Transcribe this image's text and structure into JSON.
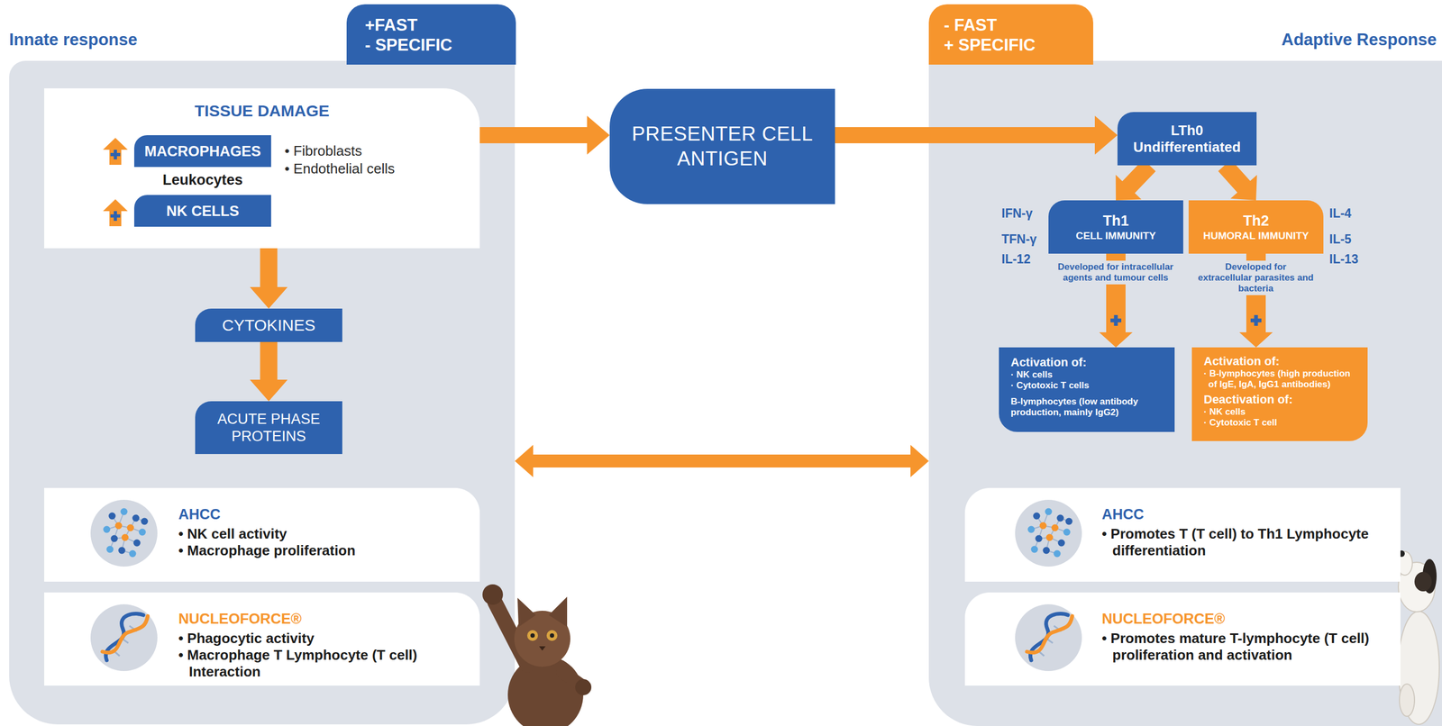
{
  "diagram": {
    "nodes": [
      {
        "text": [
          "Innate response"
        ]
      },
      {
        "text": [
          "+FAST",
          "- SPECIFIC"
        ]
      },
      {
        "text": [
          "TISSUE DAMAGE",
          "Leukocytes",
          "• Fibroblasts",
          "• Endothelial cells"
        ],
        "in": 0
      },
      {
        "text": [
          "MACROPHAGES"
        ],
        "in": 2
      },
      {
        "text": [
          "NK CELLS"
        ],
        "in": 2
      },
      {
        "text": [
          "CYTOKINES"
        ],
        "in": 0
      },
      {
        "text": [
          "ACUTE PHASE PROTEINS"
        ],
        "in": 0
      },
      {
        "text": [
          "AHCC",
          "• NK cell activity",
          "• Macrophage proliferation"
        ],
        "in": 0
      },
      {
        "text": [
          "NUCLEOFORCE®",
          "• Phagocytic activity",
          "• Macrophage T Lymphocyte (T cell) Interaction"
        ],
        "in": 0
      },
      {
        "text": [
          "PRESENTER CELL ANTIGEN"
        ]
      },
      {
        "text": [
          "- FAST",
          "+ SPECIFIC"
        ]
      },
      {
        "text": [
          "Adaptive Response"
        ]
      },
      {
        "text": [
          "LTh0",
          "Undifferentiated"
        ],
        "in": 11
      },
      {
        "text": [
          "Th1",
          "CELL IMMUNITY"
        ],
        "in": 11
      },
      {
        "text": [
          "Th2",
          "HUMORAL IMMUNITY"
        ],
        "in": 11
      },
      {
        "text": [
          "Activation of:",
          "· NK cells",
          "· Cytotoxic T cells",
          "B-lymphocytes (low antibody production, mainly IgG2)"
        ],
        "in": 11
      },
      {
        "text": [
          "Activation of:",
          "· B-lymphocytes (high production of IgE, IgA, IgG1 antibodies)",
          "Deactivation of:",
          "· NK cells",
          "· Cytotoxic T cell"
        ],
        "in": 11
      },
      {
        "text": [
          "AHCC",
          "• Promotes T (T cell) to Th1 Lymphocyte differentiation"
        ],
        "in": 11
      },
      {
        "text": [
          "NUCLEOFORCE®",
          "• Promotes mature T-lymphocyte (T cell) proliferation and activation"
        ],
        "in": 11
      }
    ],
    "edges": [
      {
        "from": 2,
        "to": 9,
        "arrow": "to"
      },
      {
        "from": 9,
        "to": 12,
        "arrow": "to"
      },
      {
        "from": 12,
        "to": 13,
        "arrow": "to"
      },
      {
        "from": 12,
        "to": 14,
        "arrow": "to"
      },
      {
        "from": 2,
        "to": 5,
        "arrow": "to"
      },
      {
        "from": 5,
        "to": 6,
        "arrow": "to"
      },
      {
        "from": 13,
        "to": 15,
        "arrow": "to"
      },
      {
        "from": 14,
        "to": 16,
        "arrow": "to"
      },
      {
        "from": 0,
        "to": 11,
        "arrow": "both"
      }
    ],
    "labels": [
      "IFN-γ",
      "TFN-γ",
      "IL-12",
      "IL-4",
      "IL-5",
      "IL-13",
      "Developed for intracellular agents and tumour cells",
      "Developed for extracellular parasites and bacteria"
    ]
  }
}
